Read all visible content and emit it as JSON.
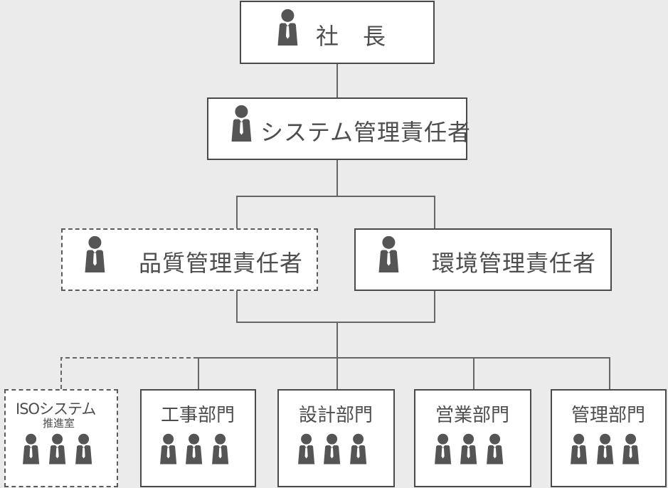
{
  "colors": {
    "background": "#ebebeb",
    "box_fill": "#ffffff",
    "border": "#4a4a4a",
    "text": "#4d4d4d",
    "icon": "#555555"
  },
  "icon": "person-with-tie-icon",
  "nodes": {
    "president": {
      "label": "社　長"
    },
    "system_manager": {
      "label": "システム管理責任者"
    },
    "quality_manager": {
      "label": "品質管理責任者"
    },
    "environment_manager": {
      "label": "環境管理責任者"
    },
    "iso_office": {
      "label_line1": "ISOシステム",
      "label_line2": "推進室"
    },
    "construction": {
      "label": "工事部門"
    },
    "design": {
      "label": "設計部門"
    },
    "sales": {
      "label": "営業部門"
    },
    "administration": {
      "label": "管理部門"
    }
  }
}
